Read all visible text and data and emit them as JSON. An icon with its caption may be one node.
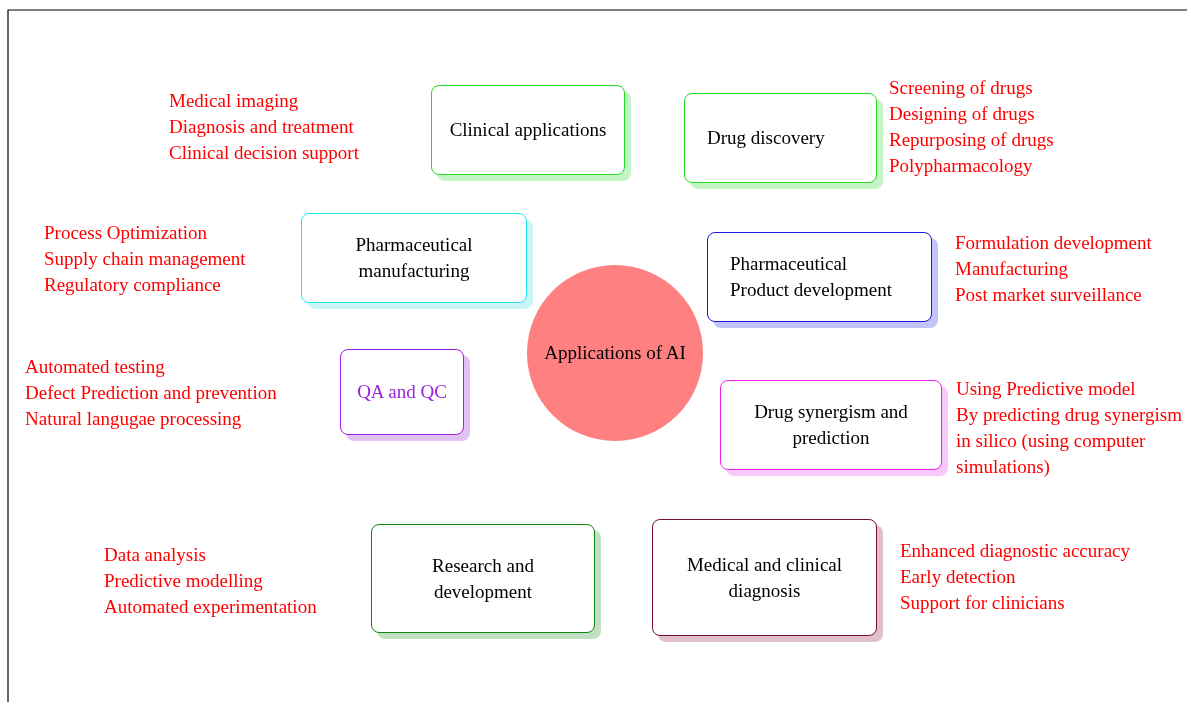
{
  "diagram": {
    "nodes": [
      {
        "text": [
          "Clinical applications"
        ],
        "beside": [
          "Medical imaging",
          "Diagnosis and treatment",
          "Clinical decision support"
        ]
      },
      {
        "text": [
          "Drug discovery"
        ],
        "beside": [
          "Screening of drugs",
          "Designing of drugs",
          "Repurposing of drugs",
          "Polypharmacology"
        ]
      },
      {
        "text": [
          "Pharmaceutical manufacturing"
        ],
        "beside": [
          "Process Optimization",
          "Supply chain management",
          "Regulatory compliance"
        ]
      },
      {
        "text": [
          "Pharmaceutical Product development"
        ],
        "beside": [
          "Formulation development",
          "Manufacturing",
          "Post market surveillance"
        ]
      },
      {
        "text": [
          "Applications of AI"
        ]
      },
      {
        "text": [
          "QA and QC"
        ],
        "beside": [
          "Automated testing",
          "Defect Prediction and prevention",
          "Natural langugae processing"
        ]
      },
      {
        "text": [
          "Drug synergism and prediction"
        ],
        "beside": [
          "Using Predictive model",
          "By predicting drug synergism in silico (using computer simulations)"
        ]
      },
      {
        "text": [
          "Research and development"
        ],
        "beside": [
          "Data analysis",
          "Predictive modelling",
          "Automated experimentation"
        ]
      },
      {
        "text": [
          "Medical and clinical diagnosis"
        ],
        "beside": [
          "Enhanced diagnostic accuracy",
          "Early detection",
          "Support for clinicians"
        ]
      }
    ]
  }
}
